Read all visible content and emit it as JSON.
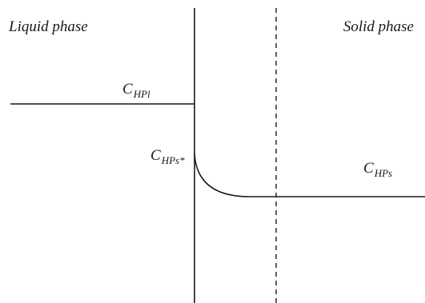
{
  "phases": {
    "liquid": "Liquid phase",
    "solid": "Solid phase"
  },
  "concentrations": {
    "hpl": {
      "symbol": "C",
      "subscript": "HPl"
    },
    "hps_star": {
      "symbol": "C",
      "subscript": "HPs*"
    },
    "hps": {
      "symbol": "C",
      "subscript": "HPs"
    }
  },
  "colors": {
    "line": "#1a1a1a",
    "background": "#ffffff"
  }
}
